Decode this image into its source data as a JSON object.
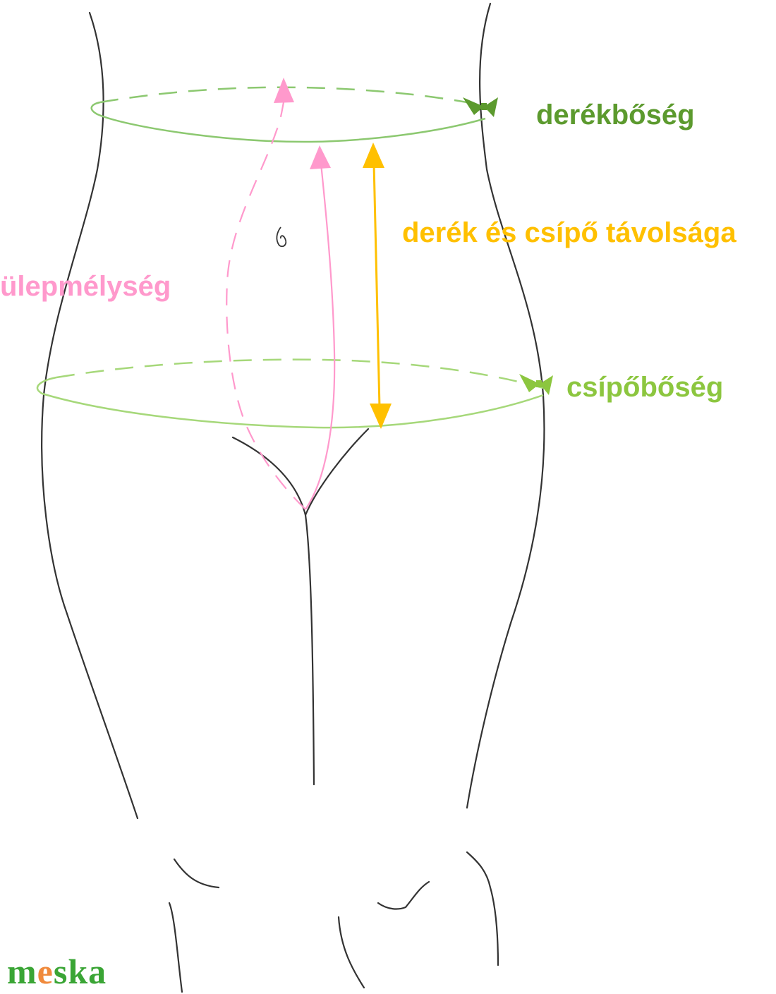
{
  "labels": {
    "waist": "derékbőség",
    "waist_hip_distance": "derék és csípő távolsága",
    "seat_depth": "ülepmélység",
    "hip": "csípőbőség"
  },
  "logo": {
    "letters": [
      "m",
      "e",
      "s",
      "k",
      "a"
    ],
    "letter_colors": [
      "#3aa535",
      "#f08a3c",
      "#3aa535",
      "#3aa535",
      "#3aa535"
    ]
  },
  "colors": {
    "waist": "#5c9a2e",
    "hip": "#8cc63f",
    "waist_line": "#8cc870",
    "hip_line": "#a6d87a",
    "distance": "#ffc000",
    "seat_depth": "#ff99cc",
    "body_outline": "#333333"
  },
  "icons": {
    "waist_marker": "bow-tie-arrow-icon",
    "hip_marker": "bow-tie-arrow-icon",
    "navel": "navel-icon"
  }
}
